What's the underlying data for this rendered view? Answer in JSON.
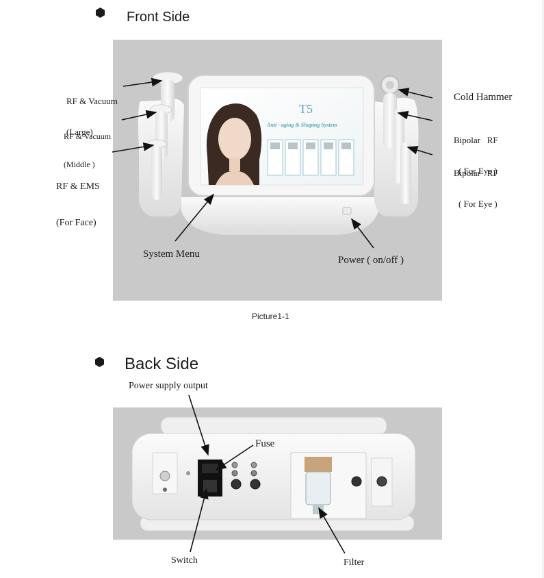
{
  "front": {
    "title": "Front Side",
    "caption": "Picture1-1",
    "screen": {
      "brand": "T5",
      "subtitle": "Anti - aging & Shaping System"
    },
    "labels": {
      "rf_vacuum_large_1": "RF & Vacuum",
      "rf_vacuum_large_2": "(Large)",
      "rf_vacuum_middle_1": "RF & Vacuum",
      "rf_vacuum_middle_2": "(Middle )",
      "rf_ems_1": "RF & EMS",
      "rf_ems_2": "(For Face)",
      "cold_hammer": "Cold Hammer",
      "bipolar_1_a": "Bipolar   RF",
      "bipolar_1_b": "( For Eye )",
      "bipolar_2_a": "Bipolar   RF",
      "bipolar_2_b": "( For Eye )",
      "system_menu": "System Menu",
      "power": "Power ( on/off )"
    }
  },
  "back": {
    "title": "Back Side",
    "labels": {
      "power_supply_output": "Power supply output",
      "fuse": "Fuse",
      "switch": "Switch",
      "filter": "Filter"
    }
  },
  "colors": {
    "photo_bg": "#c9c9c9",
    "device_white": "#f4f4f4",
    "screen_accent": "#5aa8b8",
    "bullet": "#1a1a1a"
  }
}
